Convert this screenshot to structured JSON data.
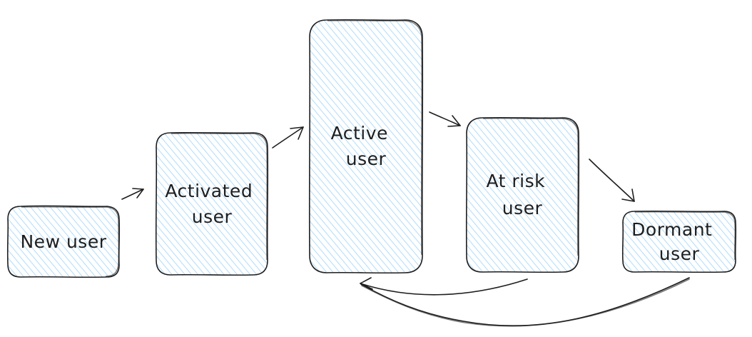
{
  "colors": {
    "stroke": "#1e1e1e",
    "hatch": "#a5d8ff",
    "background": "#ffffff"
  },
  "nodes": [
    {
      "id": "new-user",
      "lines": [
        "New user"
      ]
    },
    {
      "id": "activated-user",
      "lines": [
        "Activated",
        "user"
      ]
    },
    {
      "id": "active-user",
      "lines": [
        "Active",
        "user"
      ]
    },
    {
      "id": "at-risk-user",
      "lines": [
        "At risk",
        "user"
      ]
    },
    {
      "id": "dormant-user",
      "lines": [
        "Dormant",
        "user"
      ]
    }
  ],
  "edges": [
    {
      "from": "new-user",
      "to": "activated-user"
    },
    {
      "from": "activated-user",
      "to": "active-user"
    },
    {
      "from": "active-user",
      "to": "at-risk-user"
    },
    {
      "from": "at-risk-user",
      "to": "dormant-user"
    },
    {
      "from": "at-risk-user",
      "to": "active-user"
    },
    {
      "from": "dormant-user",
      "to": "active-user"
    }
  ]
}
